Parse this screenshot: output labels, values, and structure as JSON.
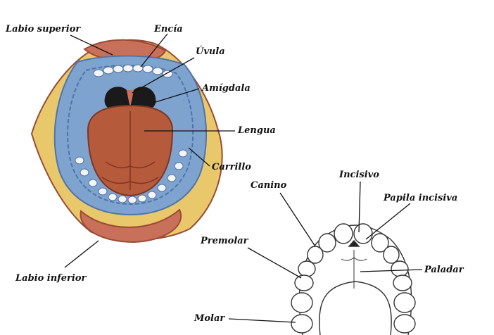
{
  "colors": {
    "lip": "#c8705a",
    "lip_dark": "#9a4a36",
    "mouth_blue": "#7fa3cf",
    "mouth_blue_dark": "#4f74a8",
    "tongue": "#b65a3c",
    "tongue_dark": "#7e3520",
    "teeth": "#f4f4f4",
    "cheek_yellow": "#e8c86a",
    "throat": "#1a1a1a",
    "ink": "#111111"
  },
  "mouth_labels": {
    "labio_superior": "Labio superior",
    "encia": "Encía",
    "uvula": "Úvula",
    "amigdala": "Amígdala",
    "lengua": "Lengua",
    "carrillo": "Carrillo",
    "labio_inferior": "Labio inferior"
  },
  "teeth_labels": {
    "incisivo": "Incisivo",
    "canino": "Canino",
    "papila_incisiva": "Papila incisiva",
    "premolar": "Premolar",
    "paladar": "Paladar",
    "molar": "Molar"
  }
}
